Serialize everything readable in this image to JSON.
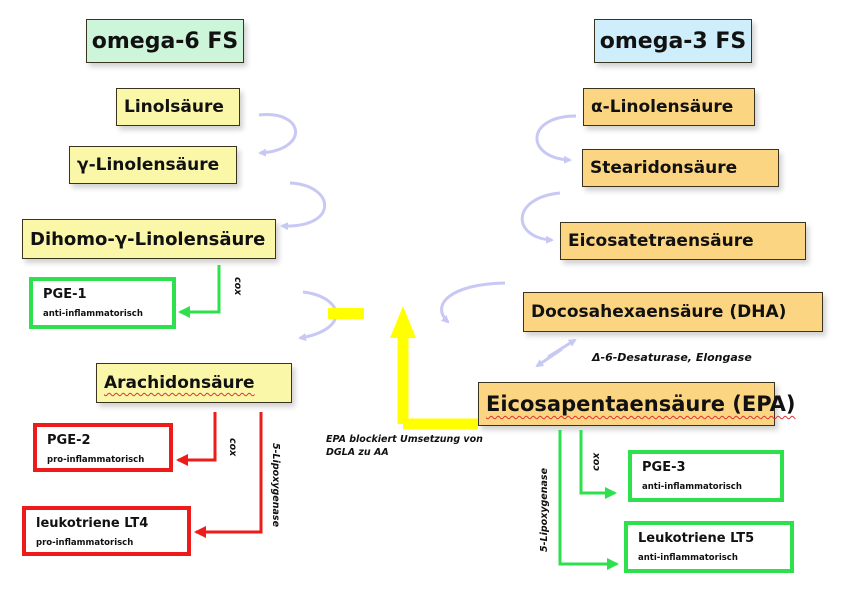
{
  "omega6": {
    "header": "omega-6 FS",
    "chain": [
      "Linolsäure",
      "γ-Linolensäure",
      "Dihomo-γ-Linolensäure",
      "Arachidonsäure"
    ],
    "products": [
      {
        "title": "PGE-1",
        "subtitle": "anti-inflammatorisch",
        "enzyme": "cox",
        "effect": "anti"
      },
      {
        "title": "PGE-2",
        "subtitle": "pro-inflammatorisch",
        "enzyme": "cox",
        "effect": "pro"
      },
      {
        "title": "leukotriene LT4",
        "subtitle": "pro-inflammatorisch",
        "enzyme": "5-Lipoxygenase",
        "effect": "pro"
      }
    ]
  },
  "omega3": {
    "header": "omega-3 FS",
    "chain": [
      "α-Linolensäure",
      "Stearidonsäure",
      "Eicosatetraensäure",
      "Docosahexaensäure (DHA)",
      "Eicosapentaensäure (EPA)"
    ],
    "enzymes_label": "Δ-6-Desaturase, Elongase",
    "products": [
      {
        "title": "PGE-3",
        "subtitle": "anti-inflammatorisch",
        "enzyme": "cox",
        "effect": "anti"
      },
      {
        "title": "Leukotriene LT5",
        "subtitle": "anti-inflammatorisch",
        "enzyme": "5-Lipoxygenase",
        "effect": "anti"
      }
    ]
  },
  "inhibition": {
    "note_line1": "EPA blockiert Umsetzung von",
    "note_line2": "DGLA zu AA",
    "symbol": "minus"
  },
  "colors": {
    "omega6_header": "#ccf5d9",
    "omega3_header": "#cdeefa",
    "omega6_node": "#fbf7a9",
    "omega3_node": "#fbd582",
    "anti": "#2ee04c",
    "pro": "#ee1b1b",
    "conversion_arrow": "#c8c8f5",
    "block_arrow": "#ffff00"
  }
}
